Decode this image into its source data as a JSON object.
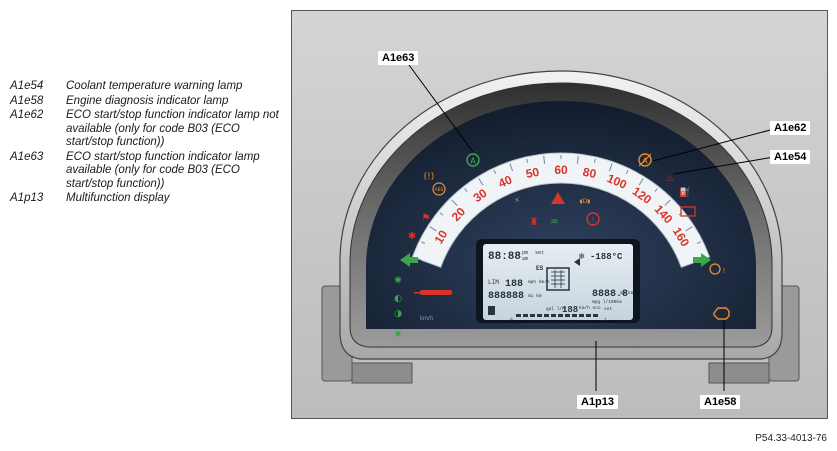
{
  "legend": [
    {
      "code": "A1e54",
      "desc": "Coolant temperature warning lamp"
    },
    {
      "code": "A1e58",
      "desc": "Engine diagnosis indicator lamp"
    },
    {
      "code": "A1e62",
      "desc": "ECO start/stop function indicator lamp not available (only for code B03 (ECO start/stop function))"
    },
    {
      "code": "A1e63",
      "desc": "ECO start/stop function indicator lamp available (only for code B03 (ECO start/stop function))"
    },
    {
      "code": "A1p13",
      "desc": "Multifunction display"
    }
  ],
  "callouts": {
    "a1e63": "A1e63",
    "a1e62": "A1e62",
    "a1e54": "A1e54",
    "a1p13": "A1p13",
    "a1e58": "A1e58"
  },
  "figure_code": "P54.33-4013-76",
  "speedo": {
    "marks": [
      "10",
      "20",
      "30",
      "40",
      "50",
      "60",
      "80",
      "100",
      "120",
      "140",
      "160"
    ],
    "unit": "km/h"
  },
  "display": {
    "clock": "88:88",
    "clock_am": "am",
    "clock_pm": "pm",
    "clock_set": "set",
    "es": "ES",
    "temp": "-188°C",
    "lim": "LIM",
    "speed_small": "188",
    "speed_unit": "mph km/h",
    "odo": "888888",
    "odo_unit": "mi km",
    "range": "8888.8",
    "range_unit": "mi km",
    "consumption_unit": "mpg l/100km",
    "gal_label": "gal l/h",
    "eco_speed": "188",
    "eco_unit": "km/h eco",
    "set2": "set",
    "bar_left": "0",
    "bar_right": "1"
  },
  "colors": {
    "red": "#d8342a",
    "orange": "#e8902a",
    "green": "#3aa84a",
    "bezel": "#9a9a9a",
    "face": "#1f2e44",
    "lcd": "#d9e3ea"
  },
  "icons": {
    "eco_available": "eco-start-stop-icon",
    "eco_unavailable": "eco-start-stop-off-icon",
    "coolant": "coolant-temperature-icon",
    "engine": "engine-diagnosis-icon",
    "left_turn": "left-turn-arrow-icon",
    "right_turn": "right-turn-arrow-icon",
    "oil": "oil-pressure-icon",
    "battery": "battery-icon",
    "seatbelt": "seatbelt-icon",
    "airbag": "airbag-icon",
    "abs": "abs-icon",
    "brake": "brake-warning-icon",
    "hazard": "hazard-triangle-icon",
    "fuel": "fuel-icon"
  }
}
